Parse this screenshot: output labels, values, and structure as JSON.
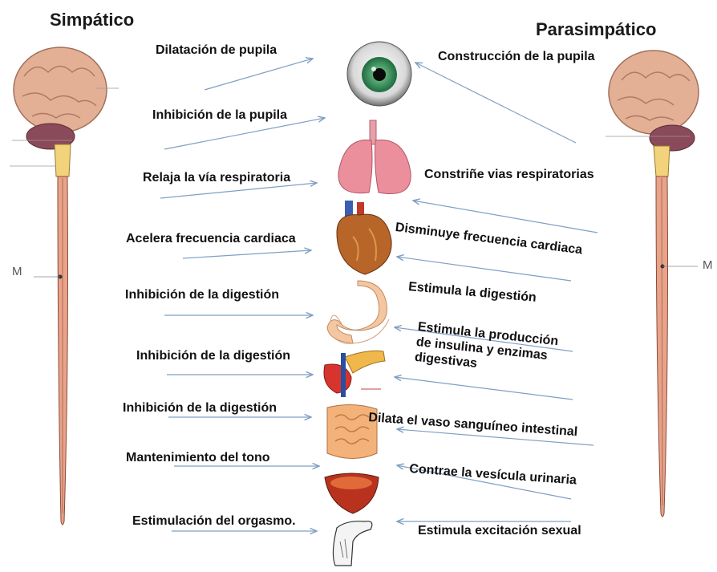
{
  "titles": {
    "left": "Simpático",
    "right": "Parasimpático"
  },
  "markers": {
    "left": "M",
    "right": "M"
  },
  "sympathetic": [
    "Dilatación de pupila",
    "Inhibición de la pupila",
    "Relaja la vía respiratoria",
    "Acelera frecuencia cardiaca",
    "Inhibición de la digestión",
    "Inhibición de la digestión",
    "Inhibición de la digestión",
    "Mantenimiento del tono",
    "Estimulación del orgasmo."
  ],
  "parasympathetic": [
    "Construcción de la pupila",
    "Constriñe vias respiratorias",
    "Disminuye frecuencia cardiaca",
    "Estimula la digestión",
    "Estimula la producción de insulina y enzimas digestivas",
    "Dilata el  vaso sanguíneo intestinal",
    "Contrae la vesícula urinaria",
    "Estimula excitación sexual"
  ],
  "colors": {
    "arrow": "#7f9fc4",
    "spine": "#e8a48a",
    "brain": "#e8b59a",
    "eye_iris": "#2e8b57"
  }
}
